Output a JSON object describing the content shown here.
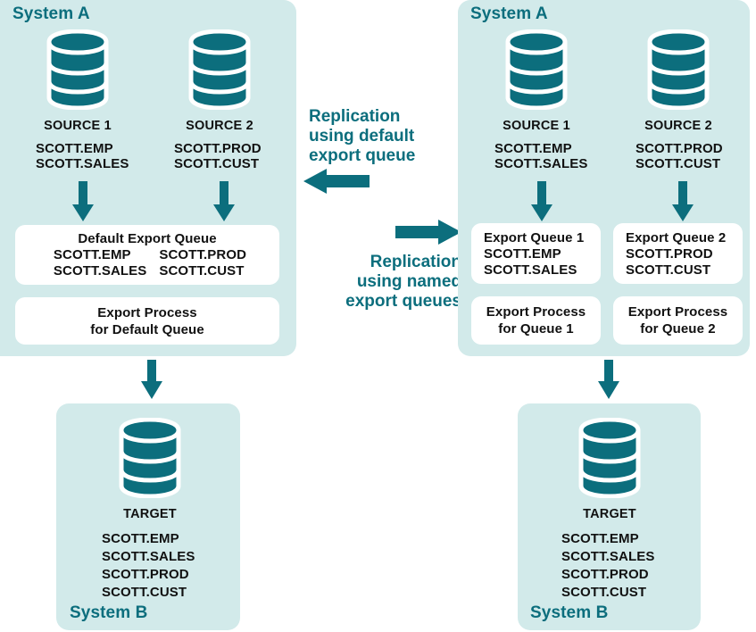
{
  "colors": {
    "teal_dark": "#0c6e7d",
    "panel_bg": "#d2eaea",
    "box_bg": "#ffffff",
    "text_black": "#111111"
  },
  "left_diagram": {
    "system_a_label": "System A",
    "system_b_label": "System B",
    "sources": [
      {
        "icon": "database-cylinder-icon",
        "name": "SOURCE 1",
        "tables": [
          "SCOTT.EMP",
          "SCOTT.SALES"
        ]
      },
      {
        "icon": "database-cylinder-icon",
        "name": "SOURCE 2",
        "tables": [
          "SCOTT.PROD",
          "SCOTT.CUST"
        ]
      }
    ],
    "queue_box": {
      "title": "Default Export Queue",
      "col1": [
        "SCOTT.EMP",
        "SCOTT.SALES"
      ],
      "col2": [
        "SCOTT.PROD",
        "SCOTT.CUST"
      ]
    },
    "process_box": {
      "line1": "Export Process",
      "line2": "for Default Queue"
    },
    "target": {
      "icon": "database-cylinder-icon",
      "name": "TARGET",
      "tables": [
        "SCOTT.EMP",
        "SCOTT.SALES",
        "SCOTT.PROD",
        "SCOTT.CUST"
      ]
    }
  },
  "right_diagram": {
    "system_a_label": "System A",
    "system_b_label": "System B",
    "sources": [
      {
        "icon": "database-cylinder-icon",
        "name": "SOURCE 1",
        "tables": [
          "SCOTT.EMP",
          "SCOTT.SALES"
        ]
      },
      {
        "icon": "database-cylinder-icon",
        "name": "SOURCE 2",
        "tables": [
          "SCOTT.PROD",
          "SCOTT.CUST"
        ]
      }
    ],
    "queue_boxes": [
      {
        "title": "Export Queue 1",
        "tables": [
          "SCOTT.EMP",
          "SCOTT.SALES"
        ]
      },
      {
        "title": "Export Queue 2",
        "tables": [
          "SCOTT.PROD",
          "SCOTT.CUST"
        ]
      }
    ],
    "process_boxes": [
      {
        "line1": "Export Process",
        "line2": "for Queue 1"
      },
      {
        "line1": "Export Process",
        "line2": "for Queue 2"
      }
    ],
    "target": {
      "icon": "database-cylinder-icon",
      "name": "TARGET",
      "tables": [
        "SCOTT.EMP",
        "SCOTT.SALES",
        "SCOTT.PROD",
        "SCOTT.CUST"
      ]
    }
  },
  "center": {
    "caption_top": {
      "line1": "Replication",
      "line2": "using default",
      "line3": "export queue",
      "arrow_icon": "arrow-left-icon",
      "arrow_direction": "left"
    },
    "caption_bottom": {
      "line1": "Replication",
      "line2": "using named",
      "line3": "export queues",
      "arrow_icon": "arrow-right-icon",
      "arrow_direction": "right"
    }
  }
}
